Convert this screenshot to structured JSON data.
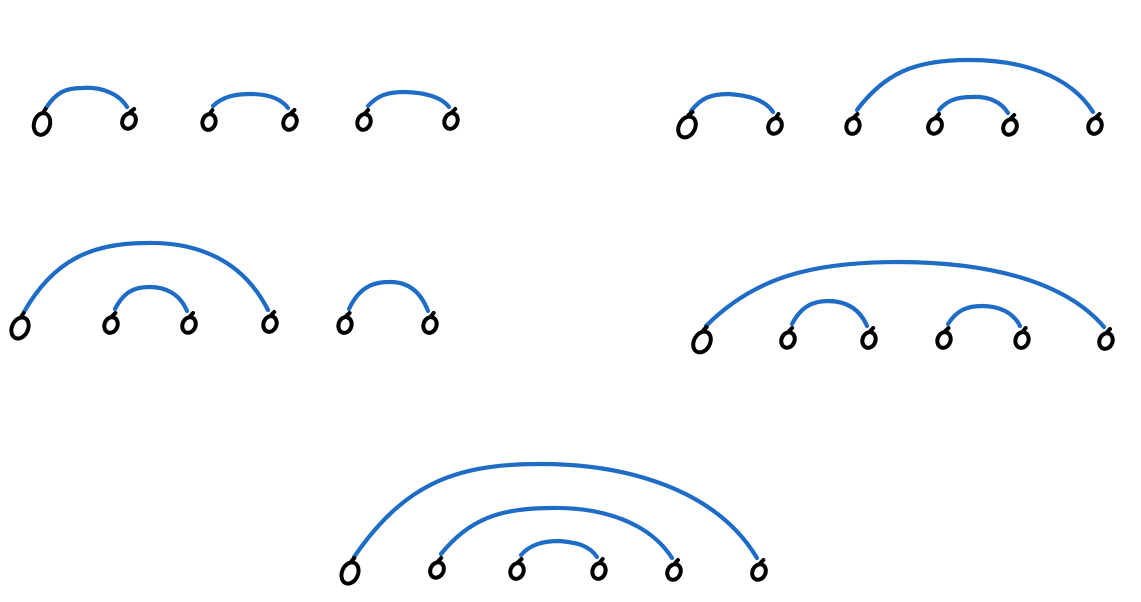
{
  "colors": {
    "background": "#ffffff",
    "arc": "#1f6cc6",
    "node": "#000000"
  },
  "diagrams": [
    {
      "name": "matching-three-adjacent-pairs",
      "node_count": 6,
      "arcs": [
        [
          1,
          2
        ],
        [
          3,
          4
        ],
        [
          5,
          6
        ]
      ]
    },
    {
      "name": "matching-pair-then-nested",
      "node_count": 6,
      "arcs": [
        [
          1,
          2
        ],
        [
          3,
          6
        ],
        [
          4,
          5
        ]
      ]
    },
    {
      "name": "matching-nested-then-pair",
      "node_count": 6,
      "arcs": [
        [
          1,
          4
        ],
        [
          2,
          3
        ],
        [
          5,
          6
        ]
      ]
    },
    {
      "name": "matching-outer-around-two-pairs",
      "node_count": 6,
      "arcs": [
        [
          1,
          6
        ],
        [
          2,
          3
        ],
        [
          4,
          5
        ]
      ]
    },
    {
      "name": "matching-fully-nested",
      "node_count": 6,
      "arcs": [
        [
          1,
          6
        ],
        [
          2,
          5
        ],
        [
          3,
          4
        ]
      ]
    }
  ]
}
